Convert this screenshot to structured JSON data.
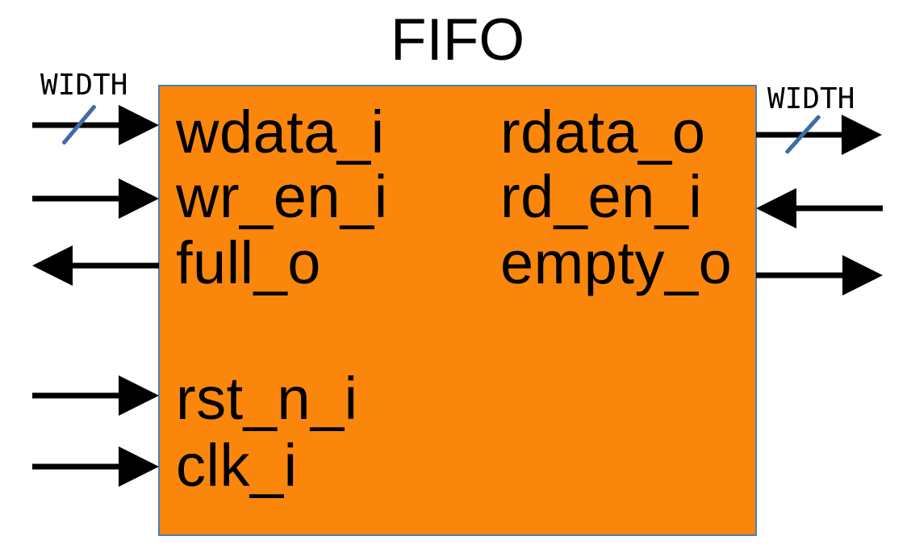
{
  "title": "FIFO",
  "bus_width_label": "WIDTH",
  "block": {
    "name": "FIFO",
    "fill_color": "#fb860c",
    "border_color": "#4a7ebd"
  },
  "ports": {
    "left": [
      {
        "label": "wdata_i",
        "direction": "input",
        "bus": true
      },
      {
        "label": "wr_en_i",
        "direction": "input",
        "bus": false
      },
      {
        "label": "full_o",
        "direction": "output",
        "bus": false
      },
      {
        "label": "rst_n_i",
        "direction": "input",
        "bus": false
      },
      {
        "label": "clk_i",
        "direction": "input",
        "bus": false
      }
    ],
    "right": [
      {
        "label": "rdata_o",
        "direction": "output",
        "bus": true
      },
      {
        "label": "rd_en_i",
        "direction": "input",
        "bus": false
      },
      {
        "label": "empty_o",
        "direction": "output",
        "bus": false
      }
    ]
  },
  "colors": {
    "background": "#ffffff",
    "block_fill": "#fb860c",
    "block_border": "#4a7ebd",
    "arrow": "#000000",
    "bus_slash": "#3d6ca6",
    "text": "#000000"
  }
}
